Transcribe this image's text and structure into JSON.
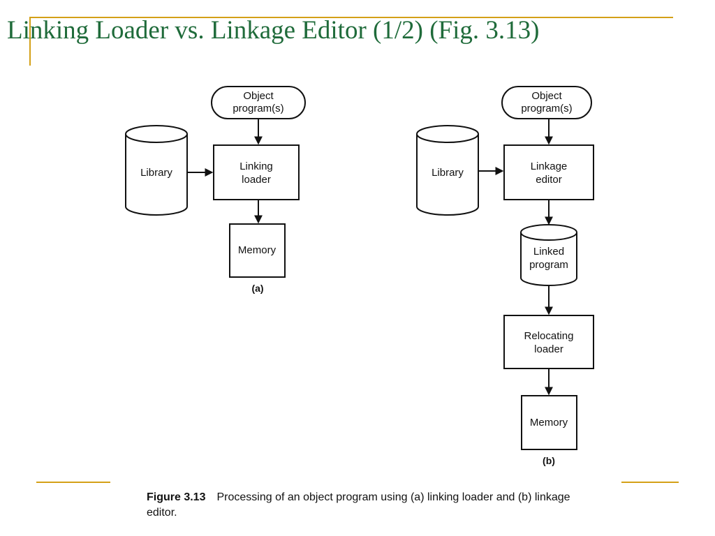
{
  "title": "Linking Loader vs. Linkage Editor (1/2) (Fig. 3.13)",
  "accent_color": "#d4a017",
  "title_color": "#1f6b3a",
  "diagram_a": {
    "object_programs": [
      "Object",
      "program(s)"
    ],
    "library": "Library",
    "linking_loader": [
      "Linking",
      "loader"
    ],
    "memory": "Memory",
    "label": "(a)"
  },
  "diagram_b": {
    "object_programs": [
      "Object",
      "program(s)"
    ],
    "library": "Library",
    "linkage_editor": [
      "Linkage",
      "editor"
    ],
    "linked_program": [
      "Linked",
      "program"
    ],
    "relocating_loader": [
      "Relocating",
      "loader"
    ],
    "memory": "Memory",
    "label": "(b)"
  },
  "caption": {
    "figure_label": "Figure 3.13",
    "text": "Processing of an object program using (a) linking loader and (b) linkage editor."
  }
}
